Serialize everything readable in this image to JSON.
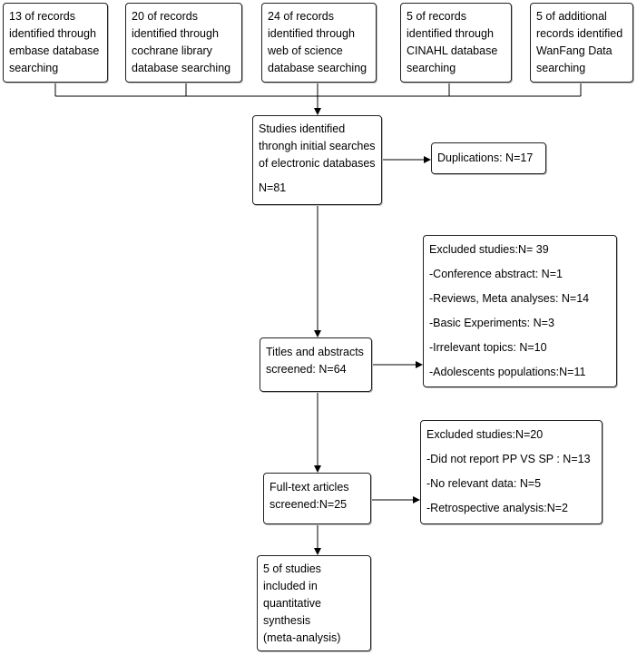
{
  "sources": [
    {
      "lines": [
        "13 of records",
        "identified through",
        "embase database",
        "searching"
      ]
    },
    {
      "lines": [
        "20 of records",
        "identified through",
        "cochrane library",
        "database searching"
      ]
    },
    {
      "lines": [
        "24 of records",
        "identified through",
        "web of science",
        "database searching"
      ]
    },
    {
      "lines": [
        "5 of records",
        "identified through",
        "CINAHL database",
        "searching"
      ]
    },
    {
      "lines": [
        "5 of additional",
        "records identified",
        "WanFang Data",
        "searching"
      ]
    }
  ],
  "identified": {
    "lines": [
      "Studies identified",
      "throngh initial searches",
      "of electronic databases"
    ],
    "count": "N=81"
  },
  "duplications": {
    "text": "Duplications: N=17"
  },
  "excluded_1": {
    "title": "Excluded studies:N= 39",
    "items": [
      "-Conference abstract: N=1",
      "-Reviews, Meta analyses: N=14",
      "-Basic Experiments: N=3",
      "-Irrelevant topics: N=10",
      "-Adolescents populations:N=11"
    ]
  },
  "screened": {
    "lines": [
      "Titles and abstracts",
      "screened: N=64"
    ]
  },
  "excluded_2": {
    "title": "Excluded studies:N=20",
    "items": [
      "-Did not report PP VS SP : N=13",
      "-No relevant data: N=5",
      "-Retrospective analysis:N=2"
    ]
  },
  "fulltext": {
    "lines": [
      "Full-text articles",
      "screened:N=25"
    ]
  },
  "included": {
    "lines": [
      "5 of studies",
      "included in",
      "quantitative",
      "synthesis",
      "(meta-analysis)"
    ]
  }
}
